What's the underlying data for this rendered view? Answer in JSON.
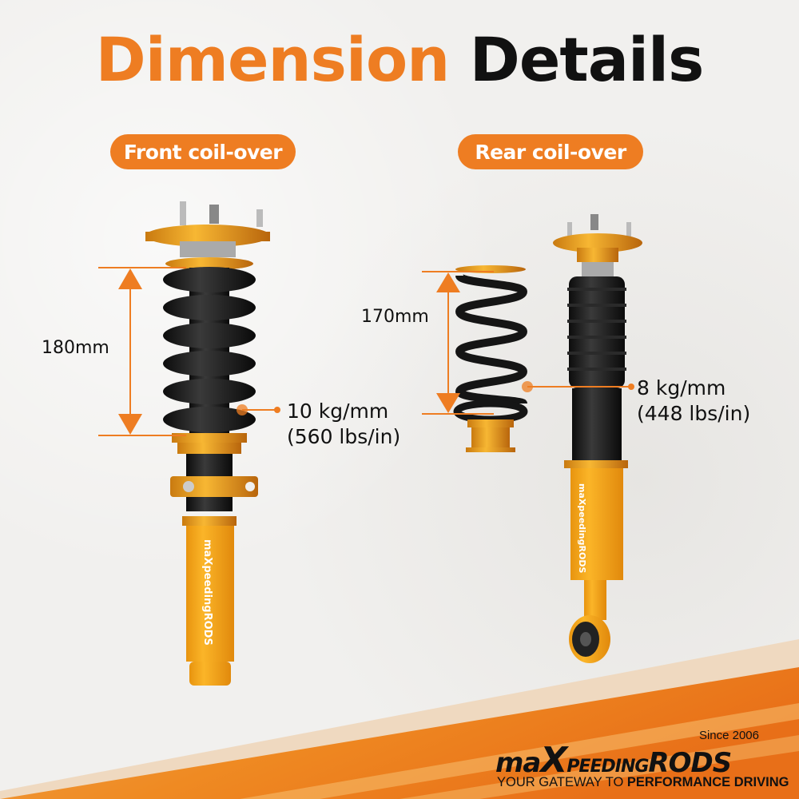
{
  "title": {
    "part1": "Dimension",
    "part2": "Details",
    "part1_color": "#ee7d22",
    "part2_color": "#111111"
  },
  "front": {
    "label": "Front coil-over",
    "spring_length": "180mm",
    "spring_rate": "10 kg/mm",
    "spring_rate_imperial": "(560 lbs/in)",
    "shock_brand_text": "maXpeedingRODS"
  },
  "rear": {
    "label": "Rear coil-over",
    "spring_length": "170mm",
    "spring_rate": "8 kg/mm",
    "spring_rate_imperial": "(448 lbs/in)",
    "shock_brand_text": "maXpeedingRODS"
  },
  "brand": {
    "since": "Since 2006",
    "name_prefix": "ma",
    "name_x": "X",
    "name_mid": "PEEDING",
    "name_suffix": "RODS",
    "tagline_light": "YOUR GATEWAY TO ",
    "tagline_bold": "PERFORMANCE DRIVING"
  },
  "colors": {
    "accent": "#ee7d22",
    "gold": "#e8a317",
    "yellow_body": "#f3a81c",
    "spring_black": "#151515",
    "background": "#f1f0ee"
  }
}
